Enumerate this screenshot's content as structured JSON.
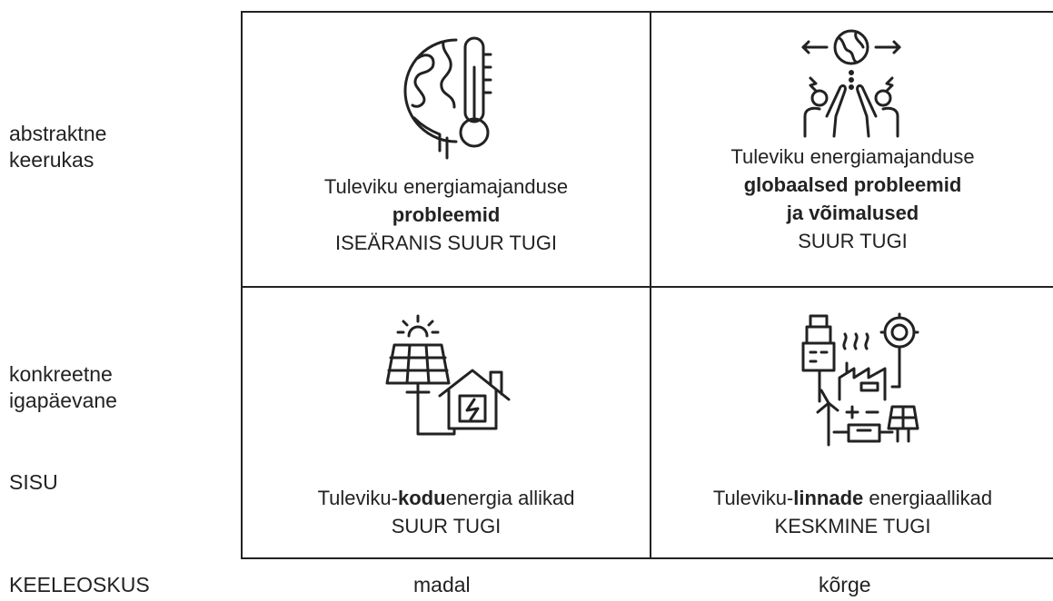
{
  "left_labels": {
    "abstract_line1": "abstraktne",
    "abstract_line2": "keerukas",
    "concrete_line1": "konkreetne",
    "concrete_line2": "igapäevane",
    "content_axis": "SISU"
  },
  "bottom_labels": {
    "language_axis": "KEELEOSKUS",
    "low": "madal",
    "high": "kõrge"
  },
  "cells": {
    "top_left": {
      "icon": "globe-thermometer-icon",
      "line1": "Tuleviku energiamajanduse",
      "bold": "probleemid",
      "support": "ISEÄRANIS SUUR TUGI"
    },
    "top_right": {
      "icon": "global-people-icon",
      "line1": "Tuleviku energiamajanduse",
      "bold1": "globaalsed probleemid",
      "bold2": "ja võimalused",
      "support": "SUUR TUGI"
    },
    "bottom_left": {
      "icon": "solar-house-icon",
      "prefix": "Tuleviku-",
      "bold": "kodu",
      "suffix": "energia allikad",
      "support": "SUUR TUGI"
    },
    "bottom_right": {
      "icon": "city-energy-icon",
      "prefix": "Tuleviku-",
      "bold": "linnade",
      "suffix": " energiaallikad",
      "support": "KESKMINE TUGI"
    }
  }
}
